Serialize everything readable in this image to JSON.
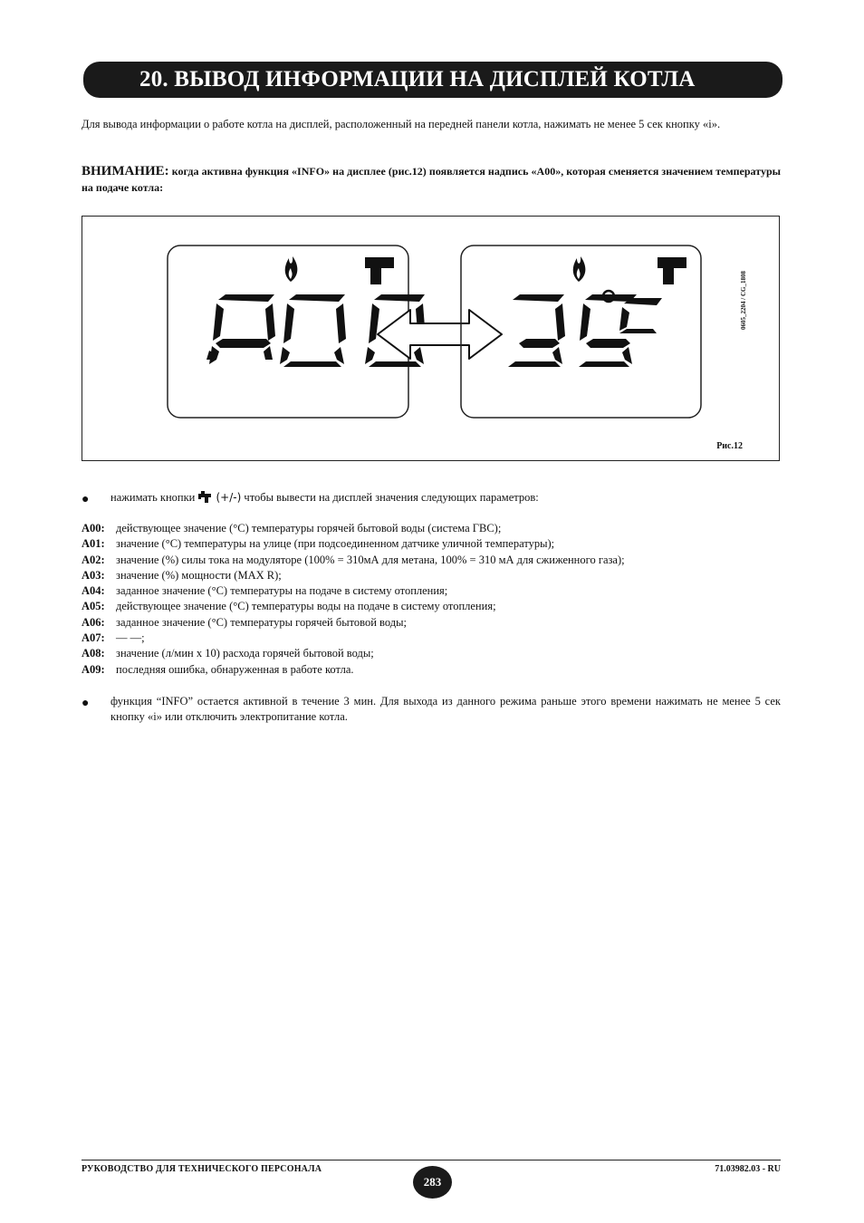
{
  "title": "20. ВЫВОД ИНФОРМАЦИИ НА ДИСПЛЕЙ КОТЛА",
  "intro": "Для вывода информации о работе котла на дисплей, расположенный на передней панели котла, нажимать не менее 5 сек кнопку «i».",
  "warning": {
    "label": "ВНИМАНИЕ:",
    "text": " когда активна функция «INFO» на дисплее (рис.12) появляется надпись «A00», которая сменяется значением температуры на подаче котла:"
  },
  "figure": {
    "display_left": "A00",
    "display_right": "35°C",
    "code": "0605_2204 / CG_1808",
    "label": "Рис.12"
  },
  "bullet1": {
    "before": "нажимать кнопки",
    "buttons": "(+/-)",
    "after": " чтобы вывести на дисплей значения следующих параметров:",
    "icon": "tap-icon"
  },
  "params": [
    {
      "code": "A00:",
      "text": "действующее значение (°C) температуры горячей бытовой воды (система ГВС);"
    },
    {
      "code": "A01:",
      "text": "значение (°C) температуры на улице (при подсоединенном датчике уличной температуры);"
    },
    {
      "code": "A02:",
      "text": "значение (%) силы тока на модуляторе (100% = 310мА для метана, 100% = 310 мА для сжиженного газа);"
    },
    {
      "code": "A03:",
      "text": "значение (%) мощности (MAX R);"
    },
    {
      "code": "A04:",
      "text": "заданное значение (°C) температуры на подаче в систему отопления;"
    },
    {
      "code": "A05:",
      "text": "действующее значение (°C) температуры воды на подаче в систему отопления;"
    },
    {
      "code": "A06:",
      "text": "заданное значение (°C) температуры горячей бытовой воды;"
    },
    {
      "code": "A07:",
      "text": "— —;"
    },
    {
      "code": "A08:",
      "text": "значение (л/мин x 10) расхода горячей бытовой воды;"
    },
    {
      "code": "A09:",
      "text": "последняя ошибка, обнаруженная в работе котла."
    }
  ],
  "bullet2": "функция “INFO” остается активной в течение 3 мин. Для выхода из данного режима раньше этого времени нажимать не менее 5 сек кнопку «i» или отключить электропитание котла.",
  "footer": {
    "left": "РУКОВОДСТВО ДЛЯ ТЕХНИЧЕСКОГО ПЕРСОНАЛА",
    "page": "283",
    "right": "71.03982.03 - RU"
  }
}
